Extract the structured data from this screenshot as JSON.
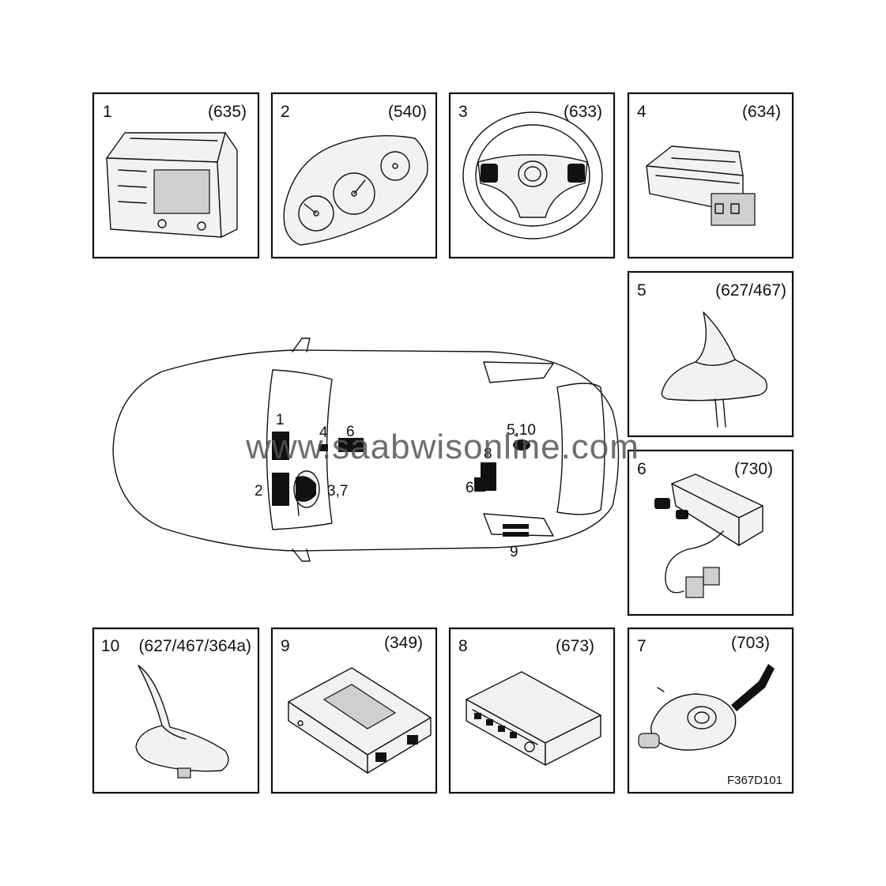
{
  "panels": [
    {
      "id": "1",
      "number": "1",
      "code": "(635)"
    },
    {
      "id": "2",
      "number": "2",
      "code": "(540)"
    },
    {
      "id": "3",
      "number": "3",
      "code": "(633)"
    },
    {
      "id": "4",
      "number": "4",
      "code": "(634)"
    },
    {
      "id": "5",
      "number": "5",
      "code": "(627/467)"
    },
    {
      "id": "6",
      "number": "6",
      "code": "(730)"
    },
    {
      "id": "10",
      "number": "10",
      "code": "(627/467/364a)"
    },
    {
      "id": "9",
      "number": "9",
      "code": "(349)"
    },
    {
      "id": "8",
      "number": "8",
      "code": "(673)"
    },
    {
      "id": "7",
      "number": "7",
      "code": "(703)"
    }
  ],
  "car_labels": {
    "l1": "1",
    "l2": "2",
    "l4": "4",
    "l6a": "6",
    "l37": "3,7",
    "l510": "5,10",
    "l8": "8",
    "l6b": "6",
    "l9": "9"
  },
  "watermark": "www.saabwisonline.com",
  "figure_id": "F367D101"
}
